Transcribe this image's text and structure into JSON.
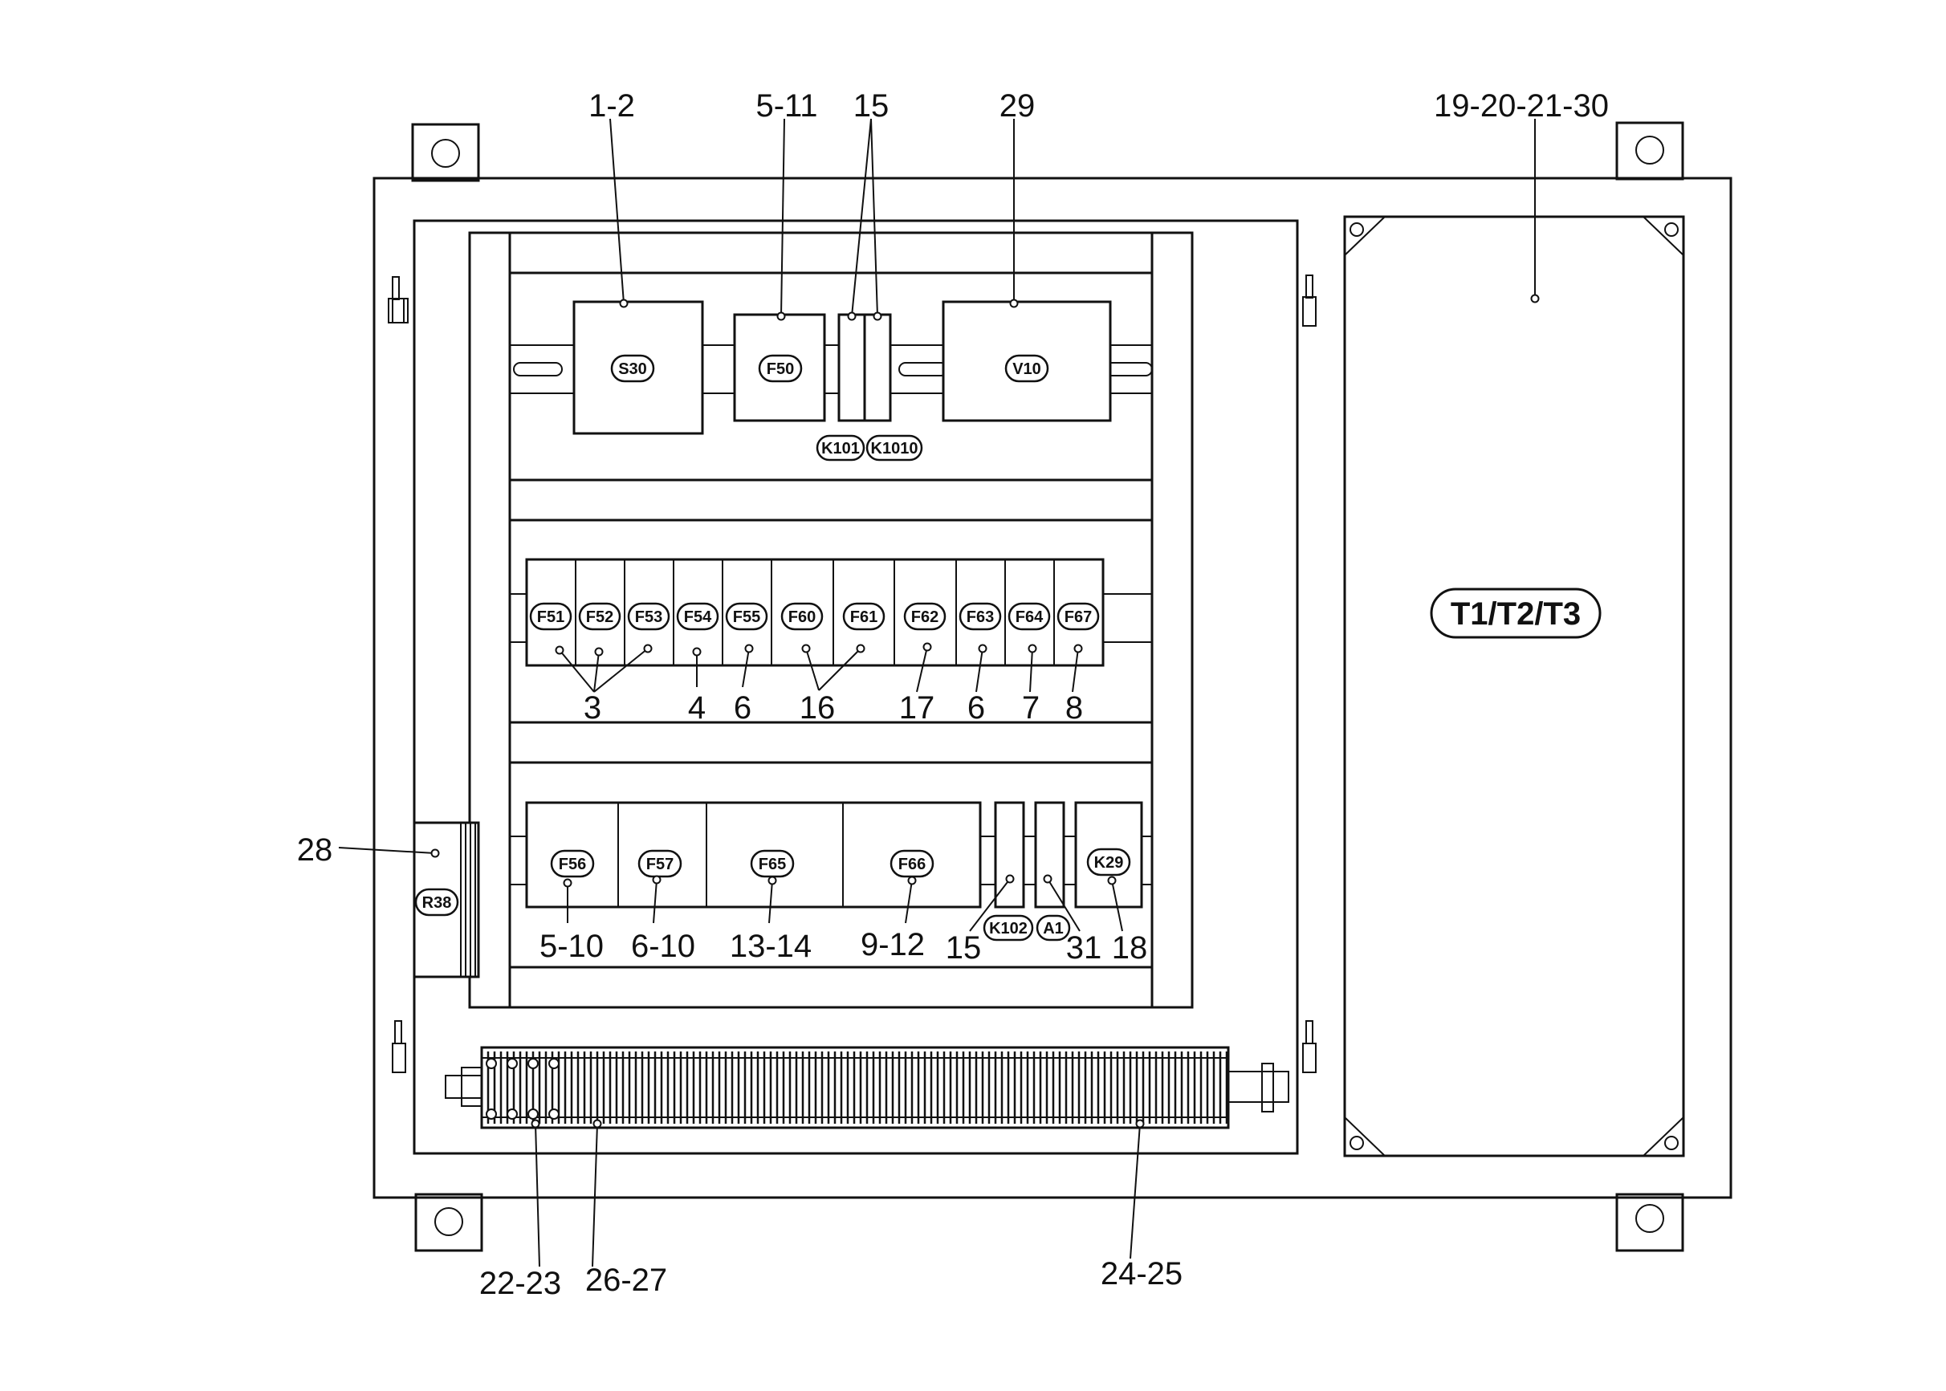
{
  "callouts": {
    "c_1_2": "1-2",
    "c_5_11": "5-11",
    "c_15_top": "15",
    "c_29": "29",
    "c_19_30": "19-20-21-30",
    "c_3": "3",
    "c_4": "4",
    "c_6a": "6",
    "c_16": "16",
    "c_17": "17",
    "c_6b": "6",
    "c_7": "7",
    "c_8": "8",
    "c_28": "28",
    "c_5_10": "5-10",
    "c_6_10": "6-10",
    "c_13_14": "13-14",
    "c_9_12": "9-12",
    "c_15_bot": "15",
    "c_31": "31",
    "c_18": "18",
    "c_22_23": "22-23",
    "c_26_27": "26-27",
    "c_24_25": "24-25"
  },
  "tags": {
    "S30": "S30",
    "F50": "F50",
    "V10": "V10",
    "K101": "K101",
    "K1010": "K1010",
    "F51": "F51",
    "F52": "F52",
    "F53": "F53",
    "F54": "F54",
    "F55": "F55",
    "F60": "F60",
    "F61": "F61",
    "F62": "F62",
    "F63": "F63",
    "F64": "F64",
    "F67": "F67",
    "F56": "F56",
    "F57": "F57",
    "F65": "F65",
    "F66": "F66",
    "K29": "K29",
    "K102": "K102",
    "A1": "A1",
    "R38": "R38",
    "T123": "T1/T2/T3"
  }
}
